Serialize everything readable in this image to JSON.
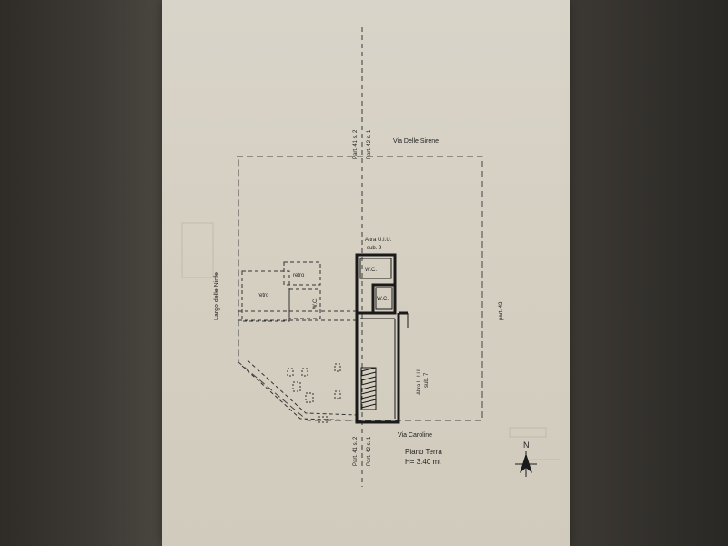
{
  "labels": {
    "street_top": "Via Delle Sirene",
    "street_bottom": "Via Caroline",
    "street_left": "Largo delle Ninfe",
    "part_right": "part. 43",
    "part_top_1": "Part. 41 s. 2",
    "part_top_2": "Part. 42 s. 1",
    "part_bottom_1": "Part. 41 s. 2",
    "part_bottom_2": "Part. 42 s. 1",
    "other_unit_top_1": "Altra U.I.U.",
    "other_unit_top_2": "sub. 9",
    "other_unit_side_1": "Altra U.I.U.",
    "other_unit_side_2": "sub. 7",
    "wc_1": "W.C.",
    "wc_2": "W.C.",
    "wc_3": "W.C.",
    "retro_1": "retro",
    "retro_2": "retro",
    "floor_name": "Piano Terra",
    "floor_height": "H= 3.40 mt",
    "north": "N"
  },
  "colors": {
    "ink": "#1e1e1e",
    "paper": "#d6d0c3",
    "faint": "#8a8478"
  }
}
